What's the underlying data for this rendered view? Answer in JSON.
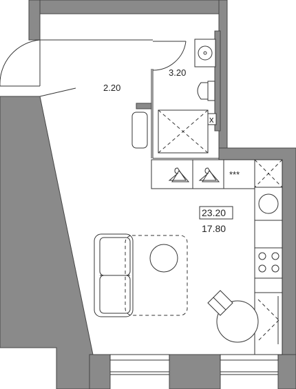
{
  "rooms": {
    "hallway_area": "2.20",
    "bathroom_area": "3.20",
    "total_area": "23.20",
    "living_area": "17.80"
  },
  "wardrobe_marks": [
    "***"
  ],
  "toilet_shaft_mark": "x",
  "colors": {
    "wall": "#8a8a8a",
    "line": "#333333",
    "background": "#ffffff"
  }
}
